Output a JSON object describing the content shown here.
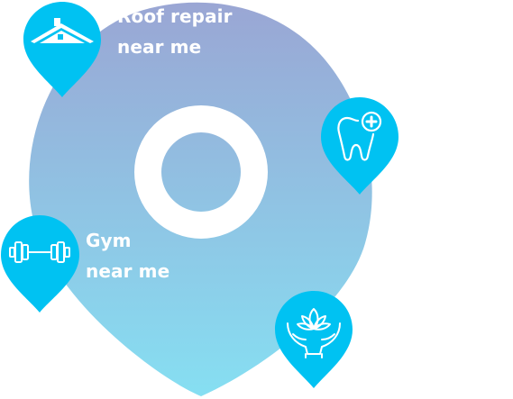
{
  "pins": [
    {
      "id": "roof",
      "icon": "roof-house-icon",
      "line1": "Roof repair",
      "line2": "near me"
    },
    {
      "id": "dental",
      "icon": "tooth-plus-icon"
    },
    {
      "id": "gym",
      "icon": "dumbbell-icon",
      "line1": "Gym",
      "line2": "near me"
    },
    {
      "id": "spa",
      "icon": "lotus-hands-icon"
    }
  ],
  "colors": {
    "big_pin_top": "#9aa6d4",
    "big_pin_bottom": "#86dff2",
    "small_pin": "#00c2f2",
    "ring": "#ffffff",
    "text": "#ffffff"
  }
}
